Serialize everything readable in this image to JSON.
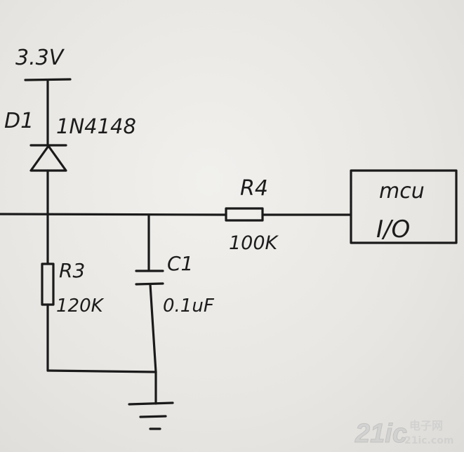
{
  "supply": {
    "label": "3.3V"
  },
  "diode": {
    "ref": "D1",
    "part": "1N4148"
  },
  "r3": {
    "ref": "R3",
    "value": "120K"
  },
  "c1": {
    "ref": "C1",
    "value": "0.1uF"
  },
  "r4": {
    "ref": "R4",
    "value": "100K"
  },
  "mcu": {
    "title": "mcu",
    "pin": "I/O"
  },
  "watermark": {
    "brand": "21ic",
    "tagline": "电子网",
    "domain": "21ic.com"
  },
  "colors": {
    "ink": "#1a1a1a",
    "paper": "#ecebe7",
    "watermark": "#c9c9c9"
  }
}
